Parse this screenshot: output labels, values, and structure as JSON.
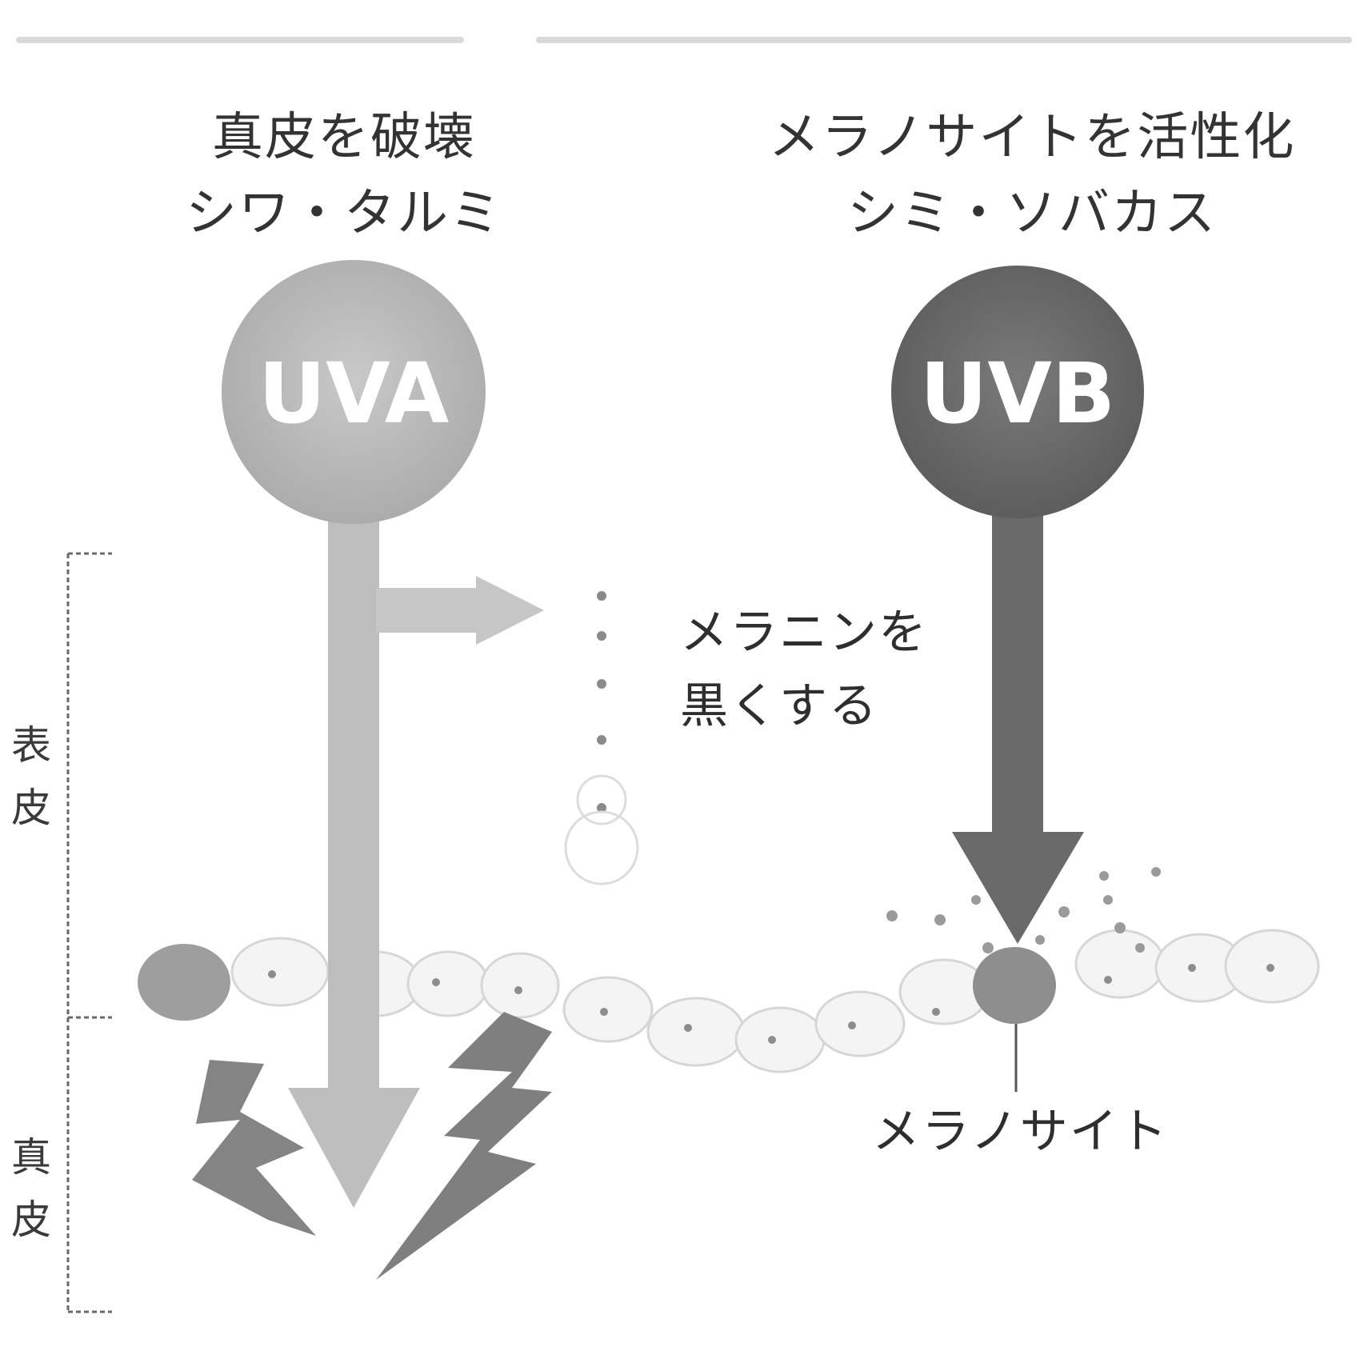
{
  "uva": {
    "caption_line1": "真皮を破壊",
    "caption_line2": "シワ・タルミ",
    "label": "UVA",
    "color": "#b9b9b9"
  },
  "uvb": {
    "caption_line1": "メラノサイトを活性化",
    "caption_line2": "シミ・ソバカス",
    "label": "UVB",
    "color": "#6c6c6c"
  },
  "melanin_note": "メラニンを黒くする",
  "melanocyte_label": "メラノサイト",
  "layers": {
    "epidermis": "表皮",
    "dermis": "真皮"
  }
}
